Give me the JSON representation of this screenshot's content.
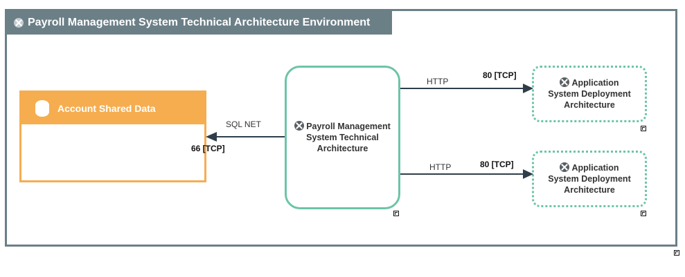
{
  "environment": {
    "title": "Payroll Management System Technical Architecture Environment",
    "icon": "gear-icon"
  },
  "nodes": {
    "shared_data": {
      "title": "Account Shared Data",
      "icon": "database-icon"
    },
    "technical_architecture": {
      "title": "Payroll Management System Technical Architecture",
      "icon": "gear-icon"
    },
    "deployment_1": {
      "title": "Application System Deployment Architecture",
      "icon": "gear-icon"
    },
    "deployment_2": {
      "title": "Application System Deployment Architecture",
      "icon": "gear-icon"
    }
  },
  "connections": [
    {
      "protocol": "SQL NET",
      "port": "66 [TCP]"
    },
    {
      "protocol": "HTTP",
      "port": "80 [TCP]"
    },
    {
      "protocol": "HTTP",
      "port": "80 [TCP]"
    }
  ],
  "colors": {
    "environment": "#6b7f87",
    "data_store": "#f5ad4f",
    "architecture_border": "#6cc4a8",
    "arrow": "#2f3d4a"
  }
}
